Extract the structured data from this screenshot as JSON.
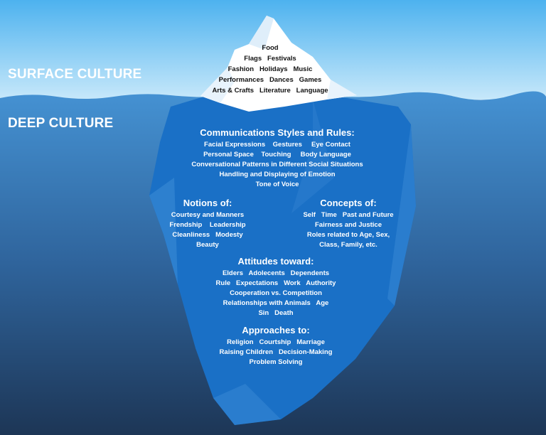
{
  "labels": {
    "surface": "SURFACE CULTURE",
    "deep": "DEEP CULTURE"
  },
  "surface_items": [
    "Food",
    "Flags   Festivals",
    "Fashion   Holidays   Music",
    "Performances   Dances   Games",
    "Arts & Crafts   Literature   Language"
  ],
  "communication": {
    "heading": "Communications Styles and Rules:",
    "lines": [
      "Facial Expressions    Gestures     Eye Contact",
      "Personal Space    Touching     Body Language",
      "Conversational Patterns in Different Social Situations",
      "Handling and Displaying of Emotion",
      "Tone of Voice"
    ]
  },
  "notions": {
    "heading": "Notions of:",
    "lines": [
      "Courtesy and Manners",
      "Frendship    Leadership",
      "Cleanliness   Modesty",
      "Beauty"
    ]
  },
  "concepts": {
    "heading": "Concepts of:",
    "lines": [
      "Self   Time   Past and Future",
      "Fairness and Justice",
      "Roles related to Age, Sex,",
      "Class, Family, etc."
    ]
  },
  "attitudes": {
    "heading": "Attitudes toward:",
    "lines": [
      "Elders   Adolecents   Dependents",
      "Rule   Expectations   Work   Authority",
      "Cooperation vs. Competition",
      "Relationships with Animals   Age",
      "Sin   Death"
    ]
  },
  "approaches": {
    "heading": "Approaches to:",
    "lines": [
      "Religion   Courtship   Marriage",
      "Raising Children   Decision-Making",
      "Problem Solving"
    ]
  },
  "colors": {
    "sky_top": "#4db2ef",
    "sky_bottom": "#c7e8fa",
    "water_top": "#3f8fd2",
    "water_bottom": "#1d3656",
    "iceberg": "#1a70c6",
    "tip": "#ffffff"
  }
}
